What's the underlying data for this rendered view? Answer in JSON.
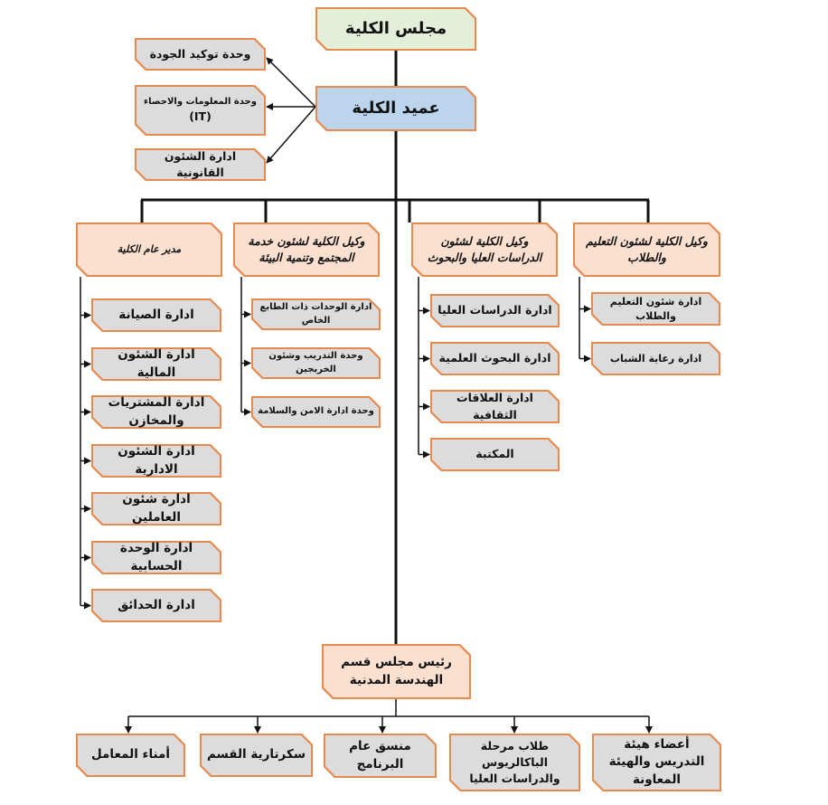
{
  "top": {
    "council": "مجلس الكلية",
    "dean": "عميد الكلية"
  },
  "dean_units": [
    {
      "label": "وحدة توكيد الجودة"
    },
    {
      "label": "وحدة المعلومات والاحصاء",
      "sub": "(IT)"
    },
    {
      "label": "ادارة الشئون القانونية"
    }
  ],
  "branches": [
    {
      "title": "مدير عام الكلية",
      "units": [
        "ادارة الصيانة",
        "ادارة الشئون المالية",
        "ادارة المشتريات والمخازن",
        "ادارة الشئون الادارية",
        "ادارة شئون العاملين",
        "ادارة الوحدة الحسابية",
        "ادارة الحدائق"
      ]
    },
    {
      "title": "وكيل الكلية لشئون خدمة المجتمع وتنمية البيئة",
      "units": [
        "ادارة الوحدات ذات الطابع الخاص",
        "وحدة التدريب وشئون الخريجين",
        "وحدة ادارة الامن والسلامة"
      ]
    },
    {
      "title": "وكيل الكلية لشئون الدراسات العليا والبحوث",
      "units": [
        "ادارة الدراسات العليا",
        "ادارة البحوث العلمية",
        "ادارة العلاقات الثقافية",
        "المكتبة"
      ]
    },
    {
      "title": "وكيل الكلية لشئون التعليم والطلاب",
      "units": [
        "ادارة شئون التعليم والطلاب",
        "ادارة رعاية الشباب"
      ]
    }
  ],
  "department": {
    "title": "رئيس مجلس قسم الهندسة المدنية",
    "children": [
      "أمناء المعامل",
      "سكرتارية القسم",
      "منسق عام البرنامج",
      "طلاب مرحلة الباكالريوس والدراسات العليا",
      "أعضاء هيئة التدريس والهيئة المعاونة"
    ]
  },
  "colors": {
    "border": "#e8894e",
    "council_fill": "#e3efd8",
    "dean_fill": "#bcd5ec",
    "branch_fill": "#fbe0d0",
    "unit_fill": "#dcdcdc",
    "line": "#111111"
  }
}
